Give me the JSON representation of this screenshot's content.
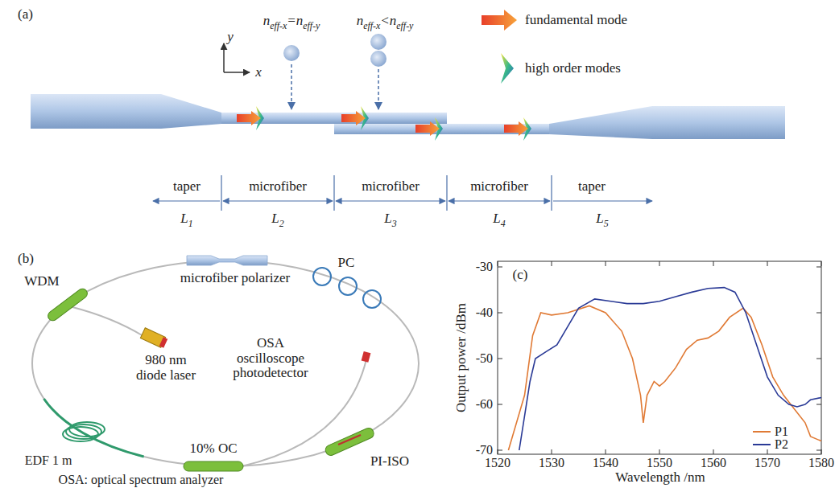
{
  "diagram": {
    "labels": [
      "(a)",
      "y",
      "x",
      "neff-x=neff-y",
      "neff-x<neff-y",
      "taper",
      "microfiber",
      "microfiber",
      "microfiber",
      "taper",
      "L1",
      "L2",
      "L3",
      "L4",
      "L5",
      "(b)",
      "microfiber polarizer",
      "PC",
      "WDM",
      "980 nm diode laser",
      "OSA oscilloscope photodetector",
      "EDF 1 m",
      "10% OC",
      "PI-ISO",
      "OSA: optical spectrum analyzer",
      "(c)",
      "Output power /dBm",
      "Wavelength /nm",
      "-30",
      "-40",
      "-50",
      "-60",
      "-70",
      "1520",
      "1530",
      "1540",
      "1550",
      "1560",
      "1570",
      "1580"
    ],
    "legend": [
      {
        "text": "fundamental mode"
      },
      {
        "text": "high order modes"
      },
      {
        "text": "P1"
      },
      {
        "text": "P2"
      }
    ]
  }
}
